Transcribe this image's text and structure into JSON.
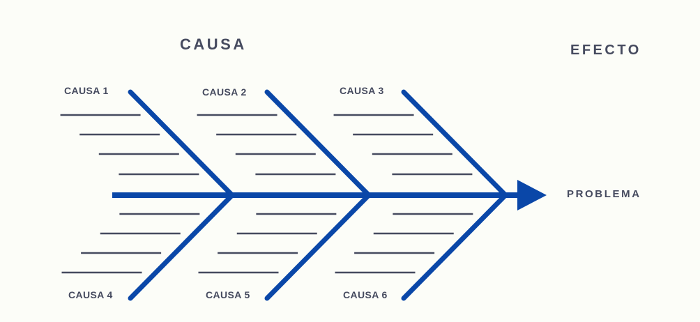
{
  "header": {
    "causa": "CAUSA",
    "efecto": "EFECTO"
  },
  "effect": {
    "problem": "PROBLEMA"
  },
  "causes": [
    {
      "label": "CAUSA 1"
    },
    {
      "label": "CAUSA 2"
    },
    {
      "label": "CAUSA 3"
    },
    {
      "label": "CAUSA 4"
    },
    {
      "label": "CAUSA 5"
    },
    {
      "label": "CAUSA 6"
    }
  ],
  "colors": {
    "background": "#fcfdf8",
    "spine": "#0a47a8",
    "text": "#464b5f",
    "sub_lines": "#464b5f"
  },
  "diagram": {
    "type": "fishbone",
    "sub_lines_per_bone": 4
  }
}
